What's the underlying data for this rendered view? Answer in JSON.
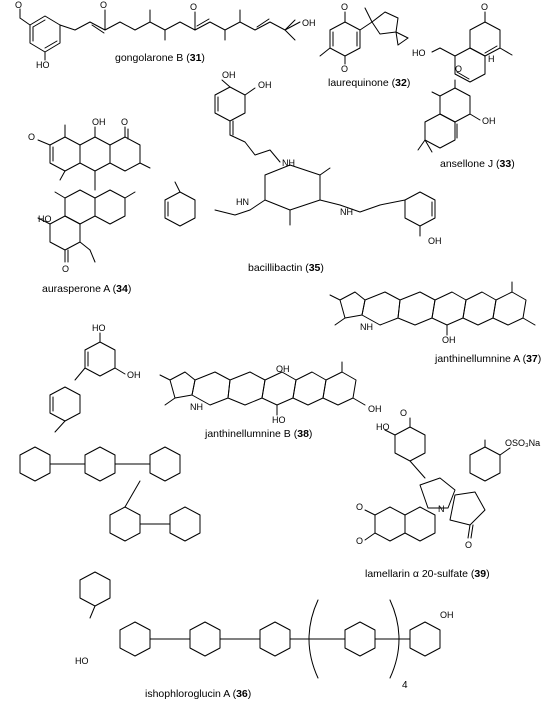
{
  "compounds": [
    {
      "id": "31",
      "name": "gongolarone B"
    },
    {
      "id": "32",
      "name": "laurequinone"
    },
    {
      "id": "33",
      "name": "ansellone J"
    },
    {
      "id": "34",
      "name": "aurasperone A"
    },
    {
      "id": "35",
      "name": "bacillibactin"
    },
    {
      "id": "37",
      "name": "janthinellumnine A"
    },
    {
      "id": "38",
      "name": "janthinellumnine B"
    },
    {
      "id": "39",
      "name": "lamellarin α 20-sulfate"
    },
    {
      "id": "36",
      "name": "ishophloroglucin A"
    }
  ],
  "atoms": {
    "oh": "OH",
    "o": "O",
    "h": "H",
    "nh": "NH",
    "hn": "HN",
    "n": "N",
    "hoh": "HO",
    "oso3na": "OSO₃Na"
  },
  "repeat_subscript": "4"
}
